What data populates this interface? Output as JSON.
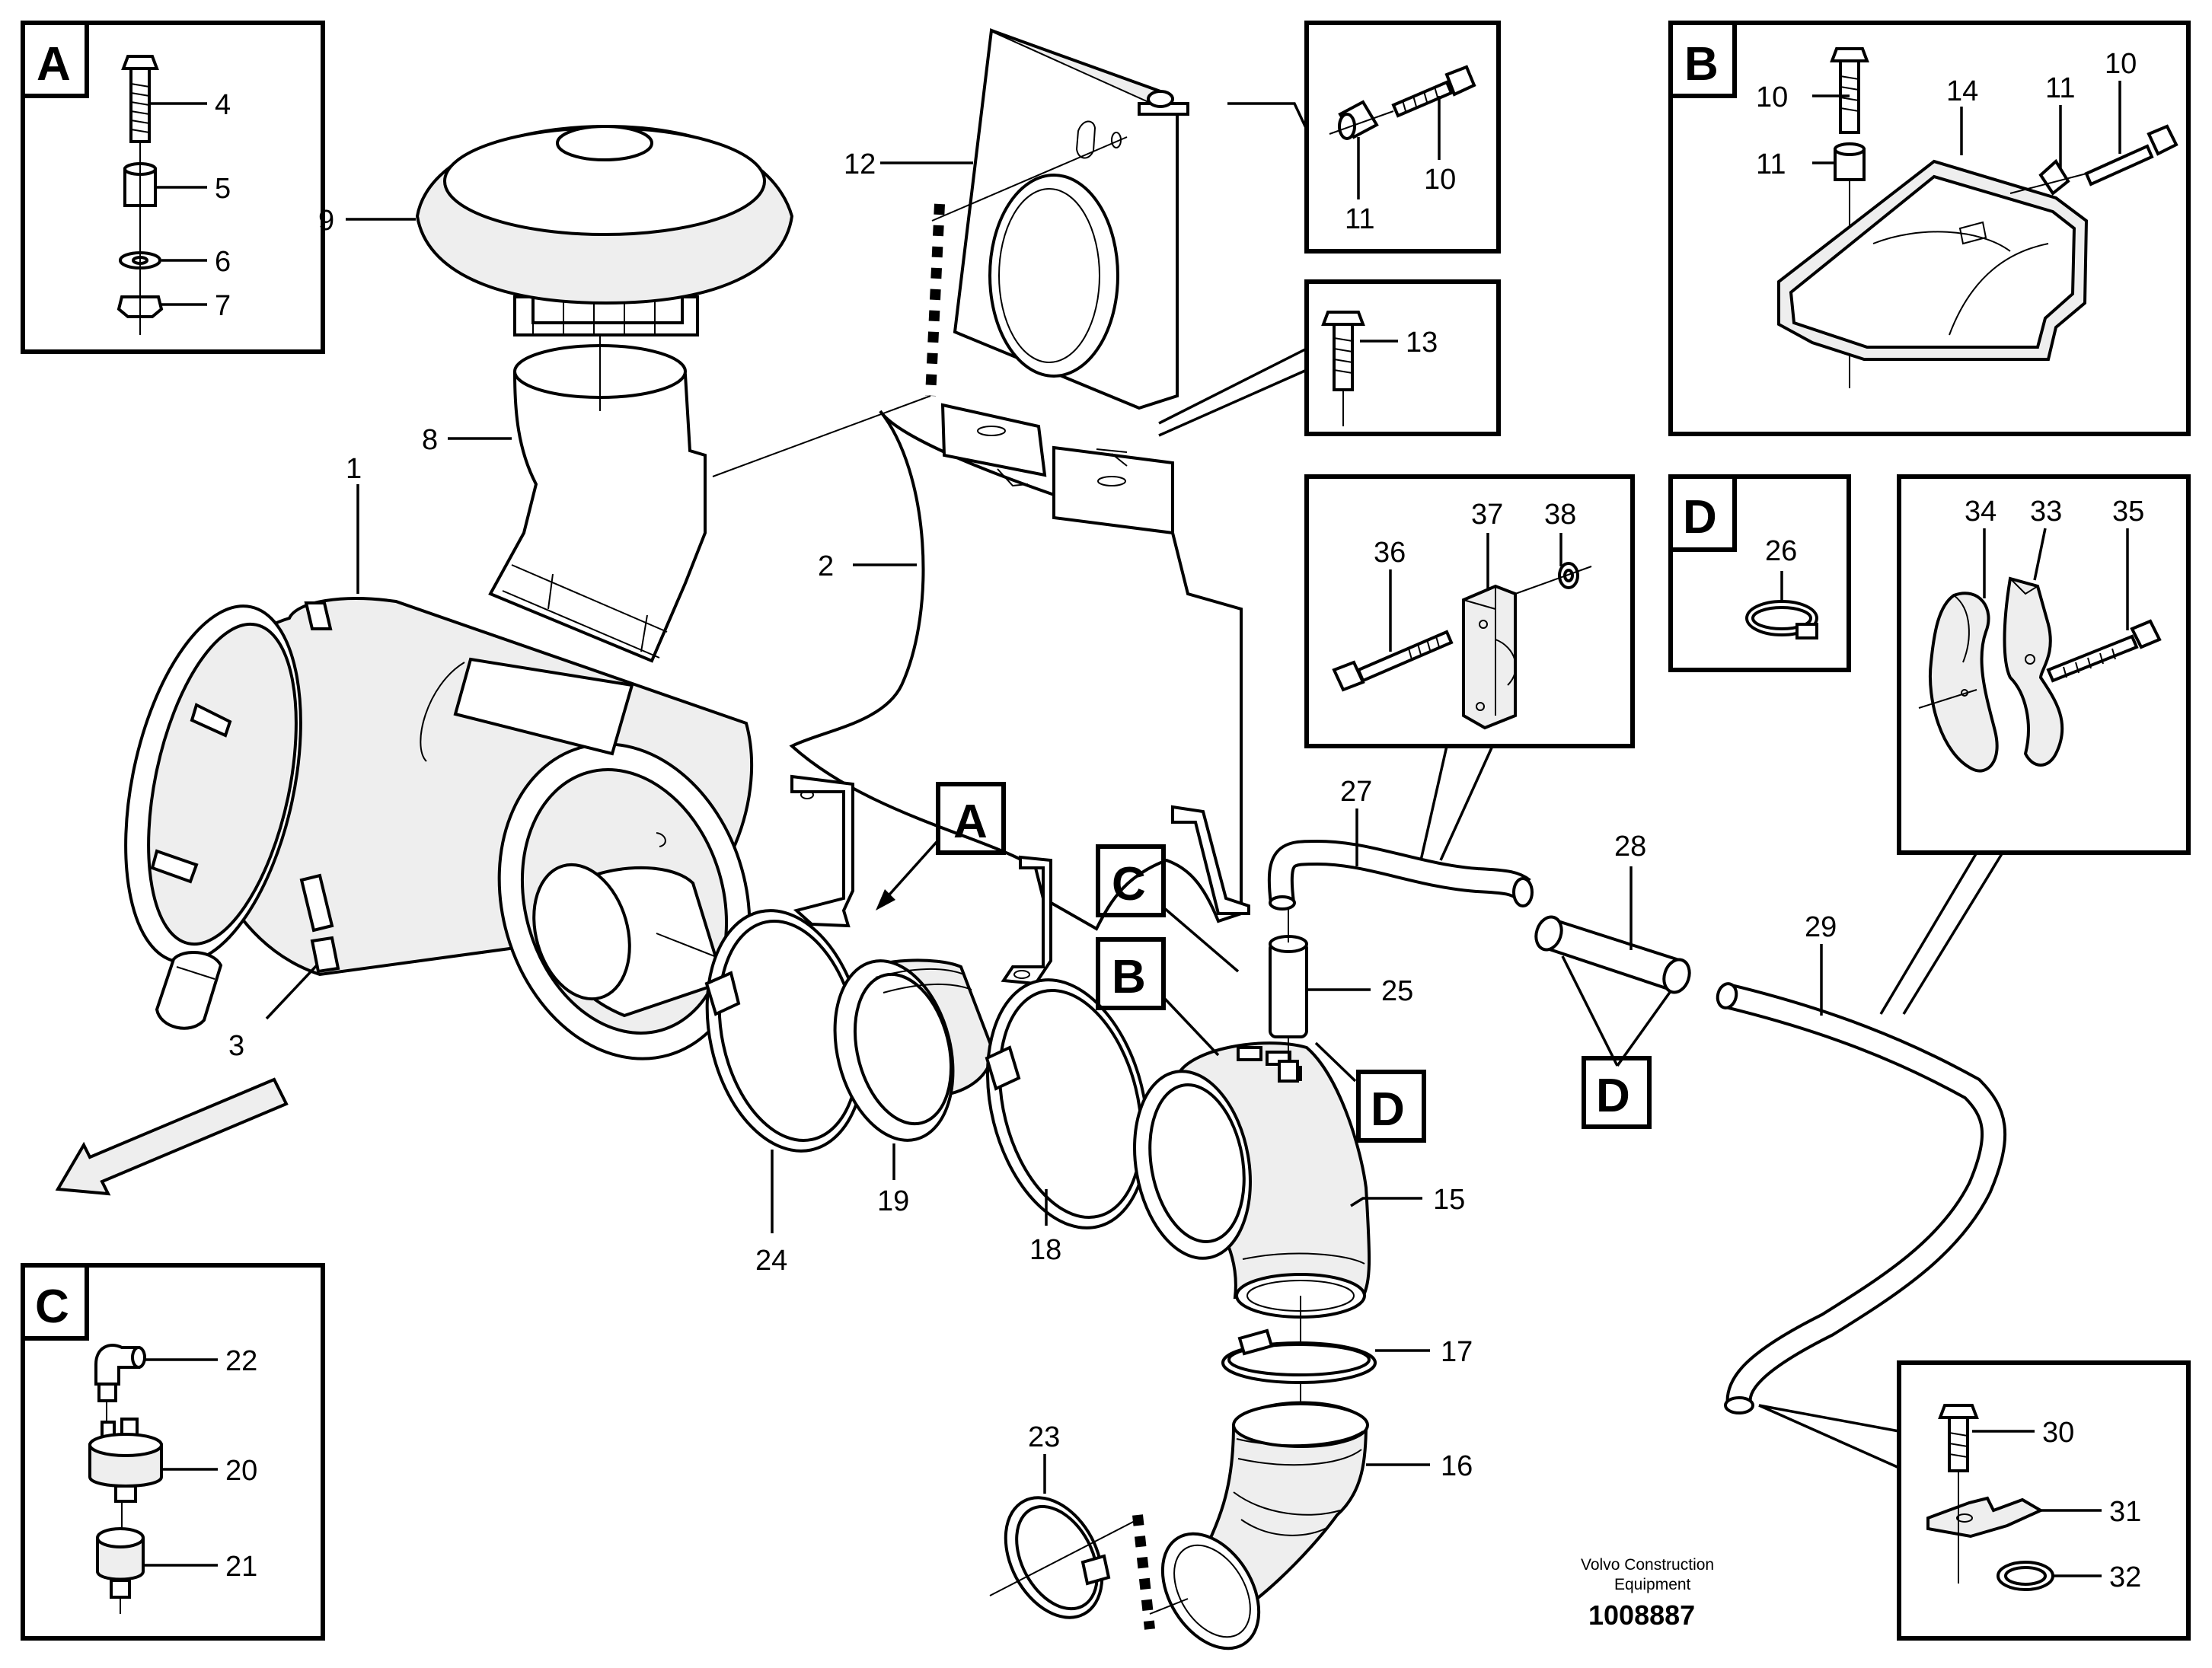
{
  "colors": {
    "ink": "#000000",
    "paper": "#ffffff",
    "shade": "#eeeeee"
  },
  "parts": {
    "p1": "1",
    "p2": "2",
    "p3": "3",
    "p4": "4",
    "p5": "5",
    "p6": "6",
    "p7": "7",
    "p8": "8",
    "p9": "9",
    "p10a": "10",
    "p10b": "10",
    "p10c": "10",
    "p11a": "11",
    "p11b": "11",
    "p11c": "11",
    "p12": "12",
    "p13": "13",
    "p14": "14",
    "p15": "15",
    "p16": "16",
    "p17": "17",
    "p18": "18",
    "p19": "19",
    "p20": "20",
    "p21": "21",
    "p22": "22",
    "p23": "23",
    "p24": "24",
    "p25": "25",
    "p26": "26",
    "p27": "27",
    "p28": "28",
    "p29": "29",
    "p30": "30",
    "p31": "31",
    "p32": "32",
    "p33": "33",
    "p34": "34",
    "p35": "35",
    "p36": "36",
    "p37": "37",
    "p38": "38"
  },
  "detail_labels": {
    "box_a": "A",
    "box_b": "B",
    "box_c": "C",
    "box_d": "D",
    "call_a": "A",
    "call_b": "B",
    "call_c": "C",
    "call_d1": "D",
    "call_d2": "D"
  },
  "footer": {
    "company_line1": "Volvo Construction",
    "company_line2": "Equipment",
    "doc_number": "1008887"
  }
}
